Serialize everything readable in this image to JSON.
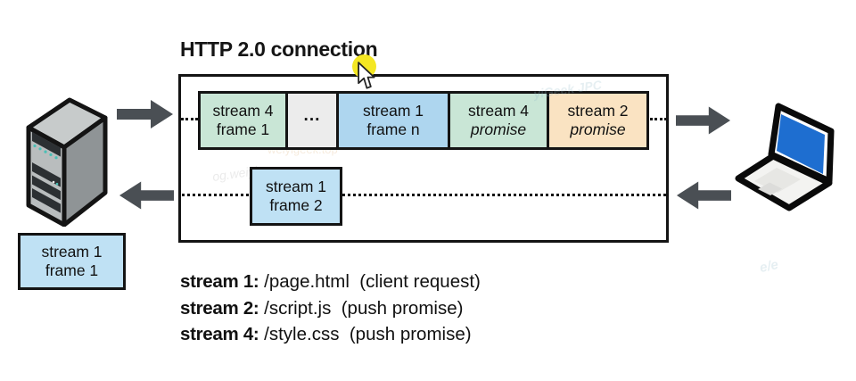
{
  "title": "HTTP 2.0 connection",
  "connection_box": {
    "frames": [
      {
        "line1": "stream 4",
        "line2": "frame 1"
      },
      {
        "line1": "···",
        "line2": ""
      },
      {
        "line1": "stream 1",
        "line2": "frame n"
      },
      {
        "line1": "stream 4",
        "line2": "promise"
      },
      {
        "line1": "stream 2",
        "line2": "promise"
      }
    ],
    "response_frame": {
      "line1": "stream 1",
      "line2": "frame 2"
    }
  },
  "queued_frame": {
    "line1": "stream 1",
    "line2": "frame 1"
  },
  "legend": [
    {
      "stream": "stream 1:",
      "rest": " /page.html  (client request)"
    },
    {
      "stream": "stream 2:",
      "rest": " /script.js  (push promise)"
    },
    {
      "stream": "stream 4:",
      "rest": " /style.css  (push promise)"
    }
  ],
  "icons": {
    "server": "server-tower-icon",
    "laptop": "laptop-icon",
    "cursor": "mouse-cursor-icon",
    "highlight": "click-highlight"
  },
  "colors": {
    "frame_green": "#c9e6d6",
    "frame_gray": "#ececec",
    "frame_blue": "#aed6ef",
    "frame_light_blue": "#bfe1f4",
    "frame_orange": "#fae3c2",
    "arrow_gray": "#4a4f54",
    "outline_black": "#141414",
    "laptop_screen_blue": "#1e6ed0",
    "highlight_yellow": "#f4e723"
  },
  "watermarks": [
    "og.weiyig",
    "yiGeek JPC",
    "weiyigeek.top",
    "e/e"
  ]
}
